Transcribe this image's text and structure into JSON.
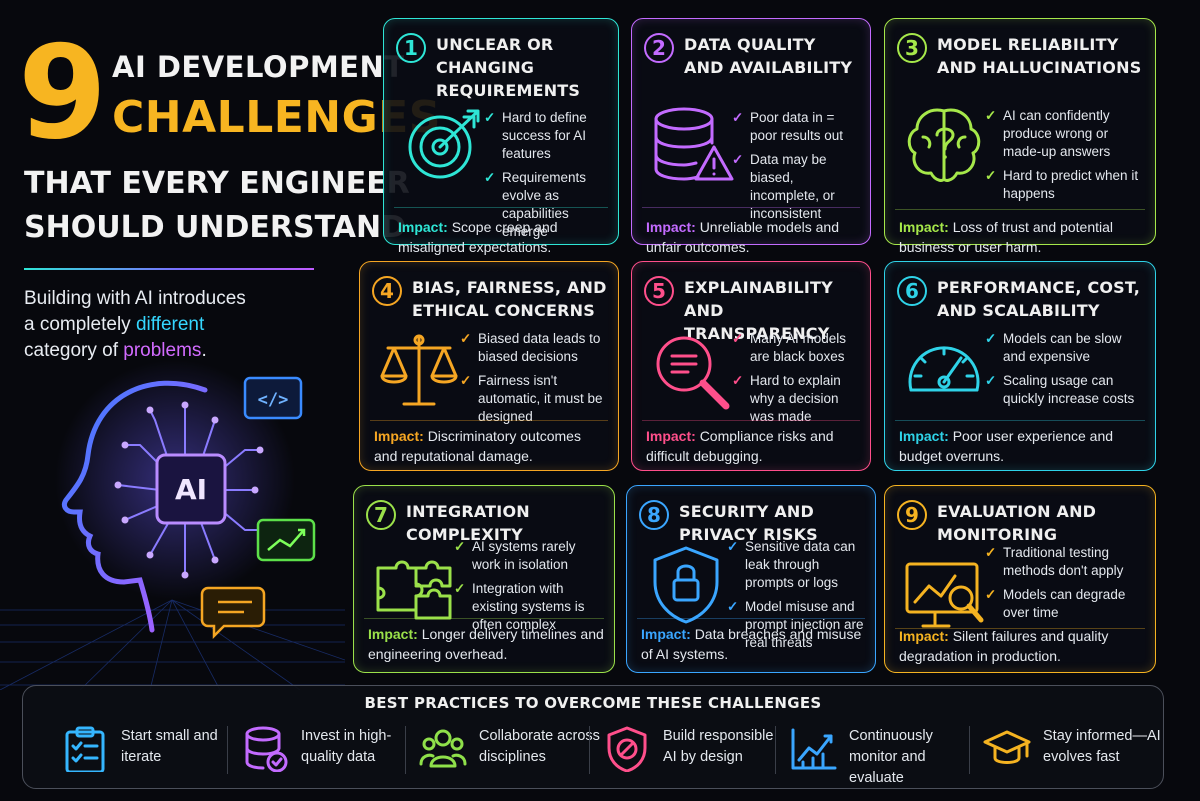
{
  "hero": {
    "big_number": "9",
    "line1": "AI DEVELOPMENT",
    "line2": "CHALLENGES",
    "line3": "THAT EVERY ENGINEER",
    "line4": "SHOULD UNDERSTAND",
    "intro_a": "Building with AI introduces",
    "intro_b": "a completely ",
    "intro_c1": "different",
    "intro_d": "category of ",
    "intro_c2": "problems",
    "intro_e": ".",
    "chip_label": "AI",
    "code_glyph": "</>"
  },
  "impact_label": "Impact:",
  "cards": [
    {
      "num": "1",
      "color": "#2ee6d6",
      "title": "UNCLEAR OR CHANGING REQUIREMENTS",
      "icon": "target-arrow-icon",
      "bullets": [
        "Hard to define success for AI features",
        "Requirements evolve as capabilities emerge"
      ],
      "impact": "Scope creep and misaligned expectations."
    },
    {
      "num": "2",
      "color": "#c36bff",
      "title": "DATA QUALITY AND AVAILABILITY",
      "icon": "database-warning-icon",
      "bullets": [
        "Poor data in = poor results out",
        "Data may be biased, incomplete, or inconsistent"
      ],
      "impact": "Unreliable models and unfair outcomes."
    },
    {
      "num": "3",
      "color": "#a6e84a",
      "title": "MODEL RELIABILITY AND HALLUCINATIONS",
      "icon": "brain-question-icon",
      "bullets": [
        "AI can confidently produce wrong or made-up answers",
        "Hard to predict when it happens"
      ],
      "impact": "Loss of trust and potential business or user harm."
    },
    {
      "num": "4",
      "color": "#f5a623",
      "title": "BIAS, FAIRNESS, AND ETHICAL CONCERNS",
      "icon": "scales-icon",
      "bullets": [
        "Biased data leads to biased decisions",
        "Fairness isn't automatic, it must be designed"
      ],
      "impact": "Discriminatory outcomes and reputational damage."
    },
    {
      "num": "5",
      "color": "#ff4f8b",
      "title": "EXPLAINABILITY AND TRANSPARENCY",
      "icon": "magnifier-icon",
      "bullets": [
        "Many AI models are black boxes",
        "Hard to explain why a decision was made"
      ],
      "impact": "Compliance risks and difficult debugging."
    },
    {
      "num": "6",
      "color": "#2fd3e8",
      "title": "PERFORMANCE, COST, AND SCALABILITY",
      "icon": "speedometer-icon",
      "bullets": [
        "Models can be slow and expensive",
        "Scaling usage can quickly increase costs"
      ],
      "impact": "Poor user experience and budget overruns."
    },
    {
      "num": "7",
      "color": "#9be14a",
      "title": "INTEGRATION COMPLEXITY",
      "icon": "puzzle-icon",
      "bullets": [
        "AI systems rarely work in isolation",
        "Integration with existing systems is often complex"
      ],
      "impact": "Longer delivery timelines and engineering overhead."
    },
    {
      "num": "8",
      "color": "#3aa6ff",
      "title": "SECURITY AND PRIVACY RISKS",
      "icon": "shield-lock-icon",
      "bullets": [
        "Sensitive data can leak through prompts or logs",
        "Model misuse and prompt injection are real threats"
      ],
      "impact": "Data breaches and misuse of AI systems."
    },
    {
      "num": "9",
      "color": "#f5b321",
      "title": "EVALUATION AND MONITORING",
      "icon": "chart-magnifier-icon",
      "bullets": [
        "Traditional testing methods don't apply",
        "Models can degrade over time"
      ],
      "impact": "Silent failures and quality degradation in production."
    }
  ],
  "best_practices": {
    "title": "BEST PRACTICES TO OVERCOME THESE CHALLENGES",
    "items": [
      {
        "label": "Start small and iterate",
        "icon": "clipboard-checklist-icon",
        "color": "#35b6ff"
      },
      {
        "label": "Invest in high-quality data",
        "icon": "database-check-icon",
        "color": "#c36bff"
      },
      {
        "label": "Collaborate across disciplines",
        "icon": "team-icon",
        "color": "#8fe04a"
      },
      {
        "label": "Build responsible AI by design",
        "icon": "shield-ban-icon",
        "color": "#ff4f8b"
      },
      {
        "label": "Continuously monitor and evaluate",
        "icon": "trend-chart-icon",
        "color": "#3aa6ff"
      },
      {
        "label": "Stay informed—AI evolves fast",
        "icon": "graduation-cap-icon",
        "color": "#f5b321"
      }
    ]
  }
}
